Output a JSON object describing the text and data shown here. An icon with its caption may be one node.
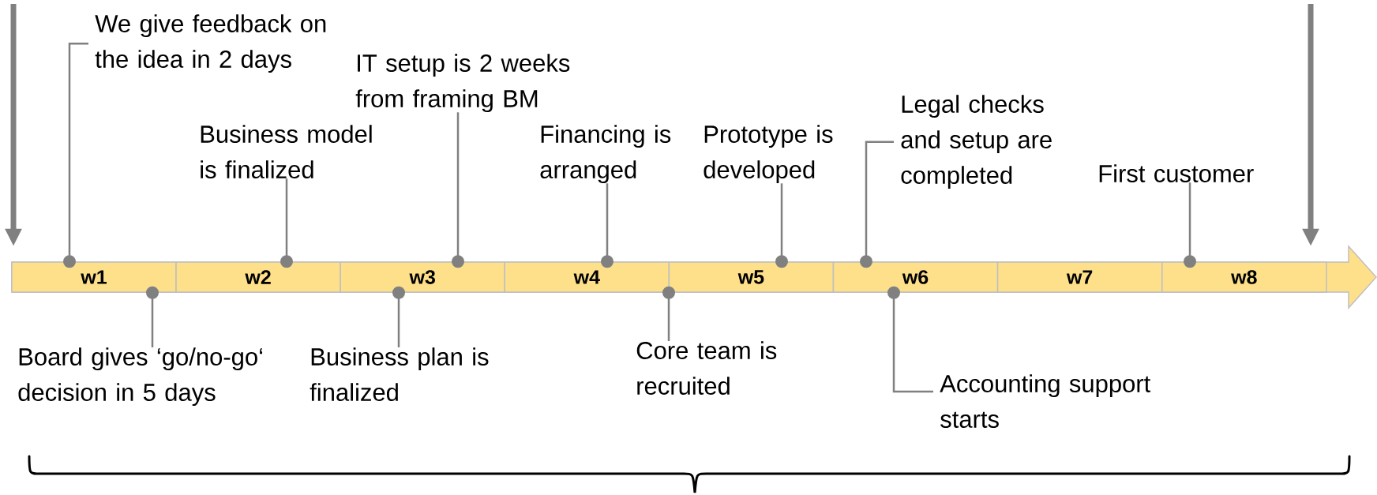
{
  "diagram": {
    "nodes": [
      {
        "text": [],
        "shape": "arrow"
      },
      {
        "text": [
          "w1"
        ],
        "in": 0
      },
      {
        "text": [
          "w2"
        ],
        "in": 0
      },
      {
        "text": [
          "w3"
        ],
        "in": 0
      },
      {
        "text": [
          "w4"
        ],
        "in": 0
      },
      {
        "text": [
          "w5"
        ],
        "in": 0
      },
      {
        "text": [
          "w6"
        ],
        "in": 0
      },
      {
        "text": [
          "w7"
        ],
        "in": 0
      },
      {
        "text": [
          "w8"
        ],
        "in": 0
      },
      {
        "text": [
          "We give feedback on the idea in 2 days"
        ]
      },
      {
        "text": [
          "Board gives ‘go/no-go‘ decision in 5 days"
        ]
      },
      {
        "text": [
          "Business model is finalized"
        ]
      },
      {
        "text": [
          "Business plan is finalized"
        ]
      },
      {
        "text": [
          "IT setup is 2 weeks from framing BM"
        ]
      },
      {
        "text": [
          "Financing is arranged"
        ]
      },
      {
        "text": [
          "Core team is recruited"
        ]
      },
      {
        "text": [
          "Prototype is developed"
        ]
      },
      {
        "text": [
          "Legal checks and setup are completed"
        ]
      },
      {
        "text": [
          "Accounting support starts"
        ]
      },
      {
        "text": [
          "First customer"
        ]
      }
    ],
    "edges": [
      {
        "from": 9,
        "to": 1,
        "arrow": "other"
      },
      {
        "from": 10,
        "to": 1,
        "arrow": "other"
      },
      {
        "from": 11,
        "to": 2,
        "arrow": "other"
      },
      {
        "from": 12,
        "to": 3,
        "arrow": "other"
      },
      {
        "from": 13,
        "to": 3,
        "arrow": "other"
      },
      {
        "from": 14,
        "to": 4,
        "arrow": "other"
      },
      {
        "from": 15,
        "to": 4,
        "arrow": "other"
      },
      {
        "from": 16,
        "to": 5,
        "arrow": "other"
      },
      {
        "from": 17,
        "to": 6,
        "arrow": "other"
      },
      {
        "from": 18,
        "to": 6,
        "arrow": "other"
      },
      {
        "from": 19,
        "to": 8,
        "arrow": "other"
      },
      {
        "from": null,
        "to": 0,
        "arrow": "to",
        "style": "thick"
      },
      {
        "from": null,
        "to": 0,
        "arrow": "to",
        "style": "thick"
      }
    ]
  }
}
